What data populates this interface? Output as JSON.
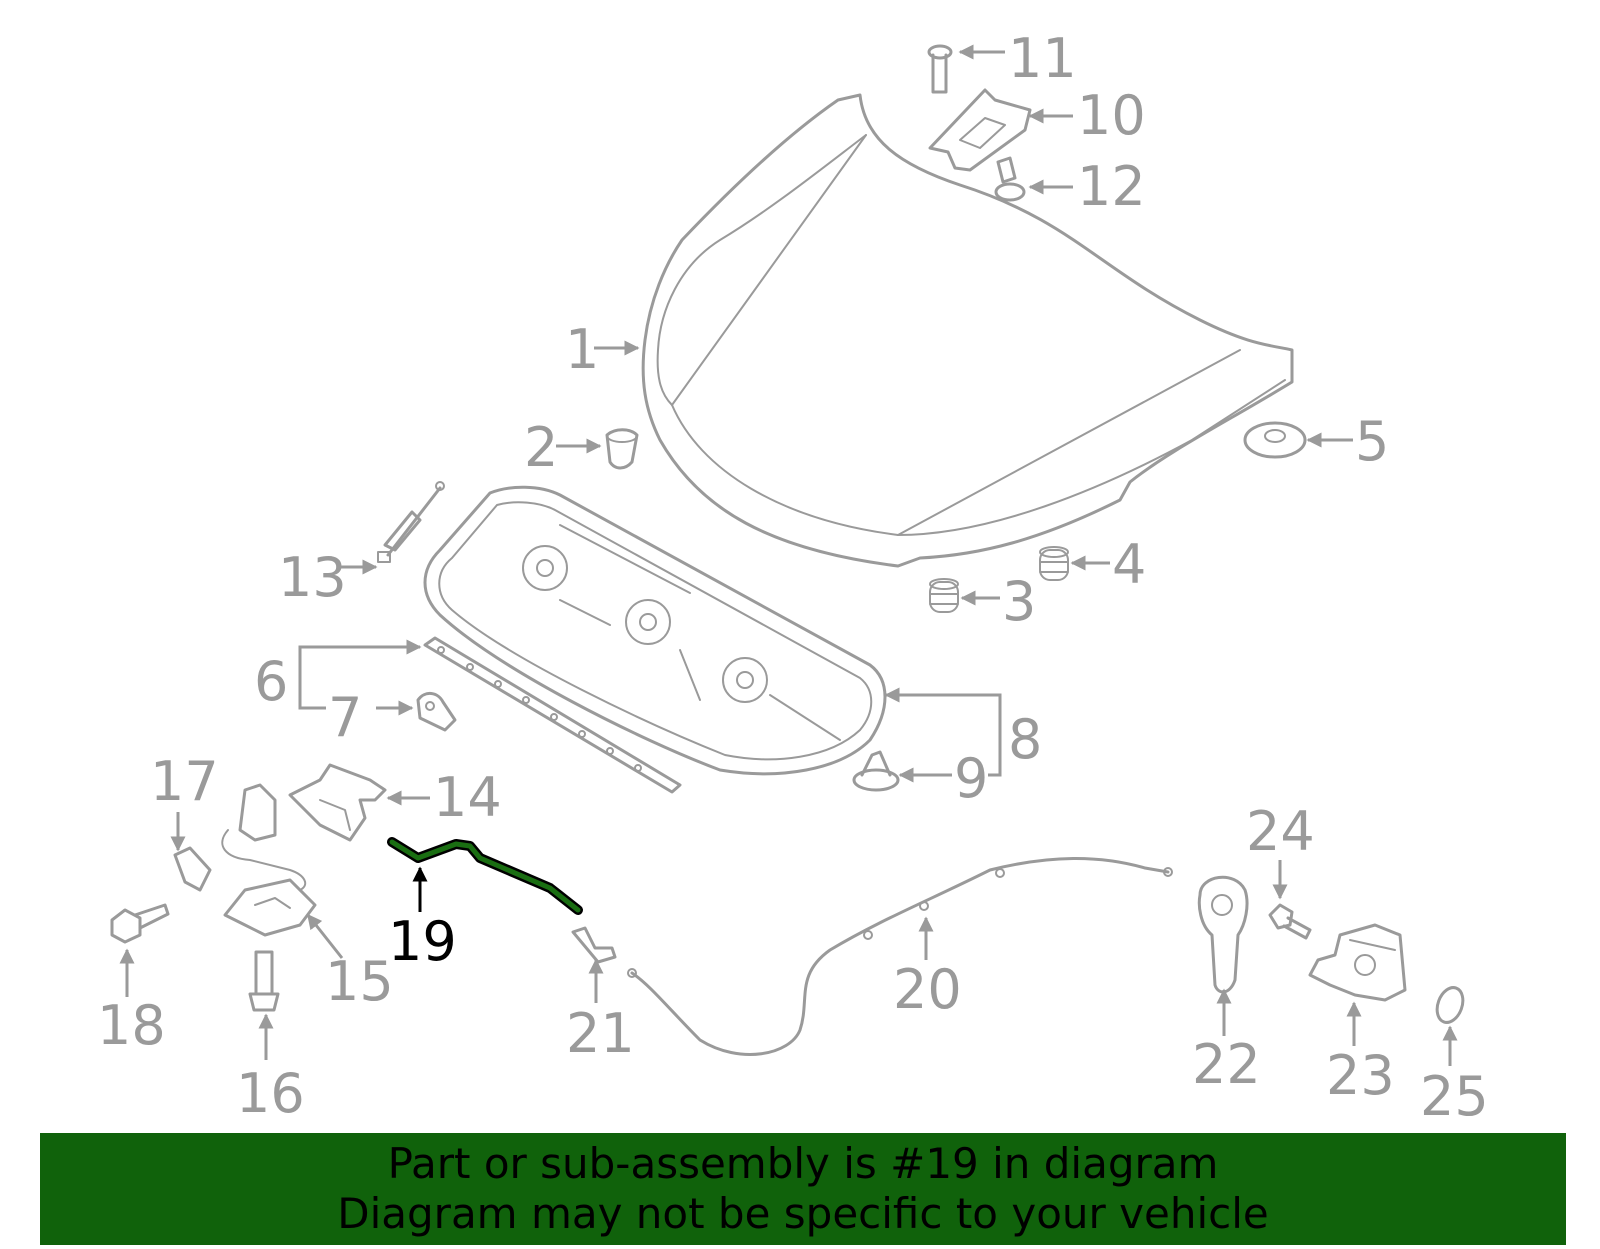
{
  "callouts": {
    "c1": "1",
    "c2": "2",
    "c3": "3",
    "c4": "4",
    "c5": "5",
    "c6": "6",
    "c7": "7",
    "c8": "8",
    "c9": "9",
    "c10": "10",
    "c11": "11",
    "c12": "12",
    "c13": "13",
    "c14": "14",
    "c15": "15",
    "c16": "16",
    "c17": "17",
    "c18": "18",
    "c19": "19",
    "c20": "20",
    "c21": "21",
    "c22": "22",
    "c23": "23",
    "c24": "24",
    "c25": "25"
  },
  "highlight": {
    "part": "19",
    "color": "#1a6e12"
  },
  "banner": {
    "line1": "Part or sub-assembly is #19 in diagram",
    "line2": "Diagram may not be specific to your vehicle",
    "background": "#10620b"
  },
  "colors": {
    "part_stroke": "#9a9a9a",
    "highlight_text": "#000000"
  }
}
